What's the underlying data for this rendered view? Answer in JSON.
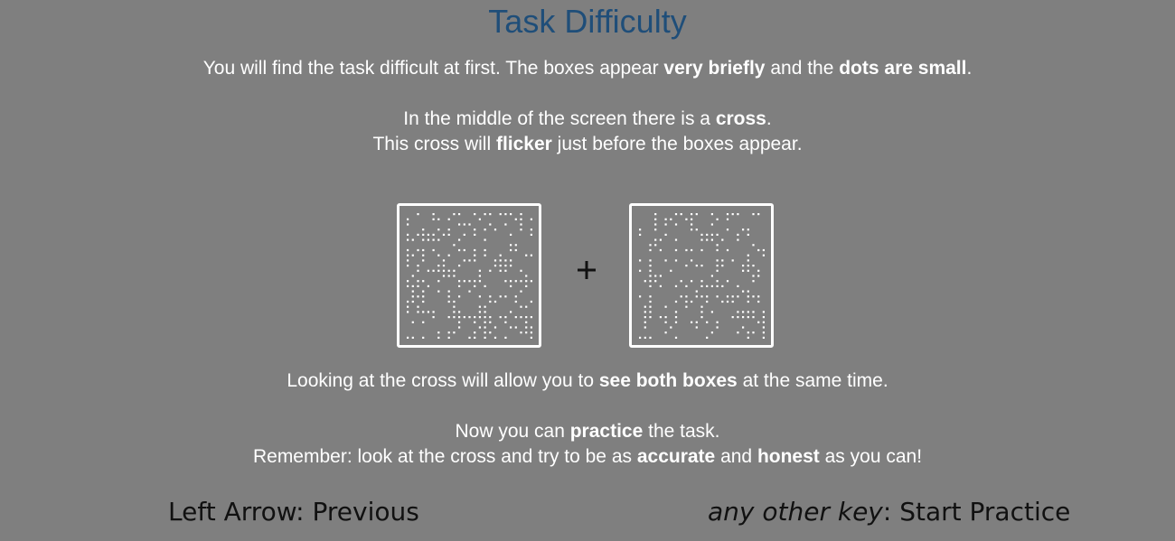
{
  "title": "Task Difficulty",
  "para1": {
    "t1": "You will find the task difficult at first. The boxes appear ",
    "b1": "very briefly",
    "t2": " and the ",
    "b2": "dots are small",
    "t3": "."
  },
  "para2": {
    "t1": "In the middle of the screen there is a ",
    "b1": "cross",
    "t2": "."
  },
  "para3": {
    "t1": "This cross will ",
    "b1": "flicker",
    "t2": " just before the boxes appear."
  },
  "para4": {
    "t1": "Looking at the cross will allow you to ",
    "b1": "see both boxes",
    "t2": " at the same time."
  },
  "para5": {
    "t1": "Now you can ",
    "b1": "practice",
    "t2": " the task."
  },
  "para6": {
    "t1": "Remember: look at the cross and try to be as ",
    "b1": "accurate",
    "t2": " and ",
    "b2": "honest",
    "t3": " as you can!"
  },
  "fixation": "+",
  "nav": {
    "left_label": "Left Arrow: Previous",
    "right_italic": "any other key",
    "right_rest": ": Start Practice"
  },
  "colors": {
    "background": "#7f7f7f",
    "title": "#1f4e79",
    "text": "#ffffff",
    "footer": "#111111"
  }
}
